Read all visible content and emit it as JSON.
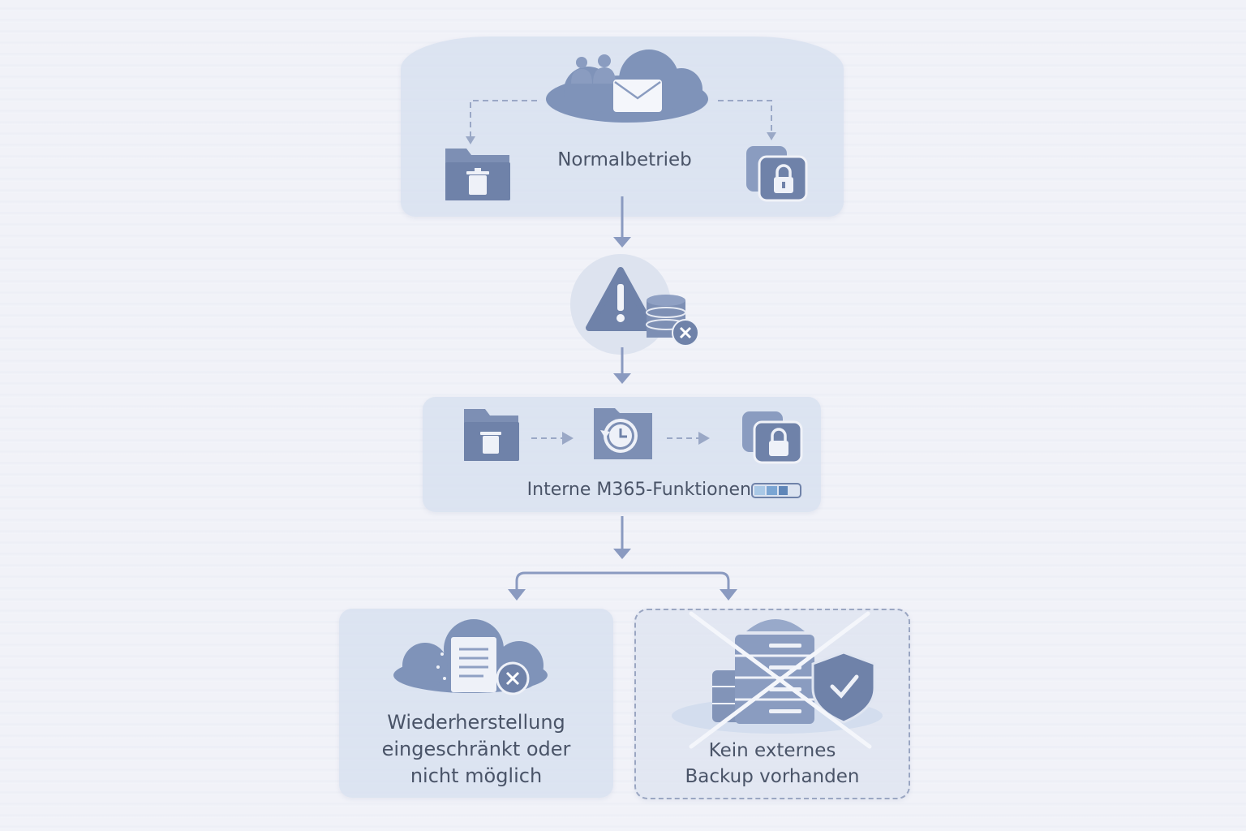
{
  "top": {
    "label": "Normalbetrieb"
  },
  "middle": {
    "label": "Interne M365-Funktionen"
  },
  "bottom_left": {
    "line1": "Wiederherstellung",
    "line2": "eingeschränkt oder",
    "line3": "nicht möglich"
  },
  "bottom_right": {
    "line1": "Kein externes",
    "line2": "Backup vorhanden"
  },
  "colors": {
    "icon": "#7d8fb4",
    "icon_dark": "#6c7fa6",
    "arrow": "#8a9ac0",
    "text": "#4a5468"
  },
  "icons": [
    "people-icon",
    "mail-icon",
    "cloud-icon",
    "folder-trash-icon",
    "folder-lock-icon",
    "warning-icon",
    "database-error-icon",
    "restore-clock-icon",
    "battery-icon",
    "cloud-document-error-icon",
    "server-icon",
    "shield-check-icon"
  ]
}
